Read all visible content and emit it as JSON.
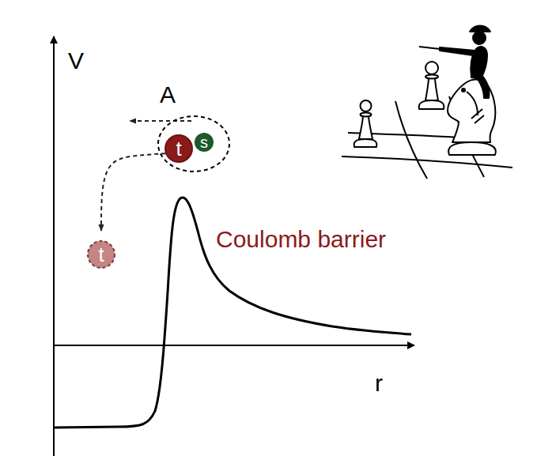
{
  "diagram": {
    "nodes": [
      {
        "text": [
          "A"
        ]
      },
      {
        "text": [
          "s"
        ],
        "in": 0
      },
      {
        "text": [
          "t"
        ],
        "in": 0
      },
      {
        "text": [
          "t"
        ]
      }
    ],
    "edges": [
      {
        "from": 2,
        "to": 3,
        "arrow": "to"
      }
    ],
    "labels": [
      "V",
      "r",
      "Coulomb barrier"
    ]
  }
}
